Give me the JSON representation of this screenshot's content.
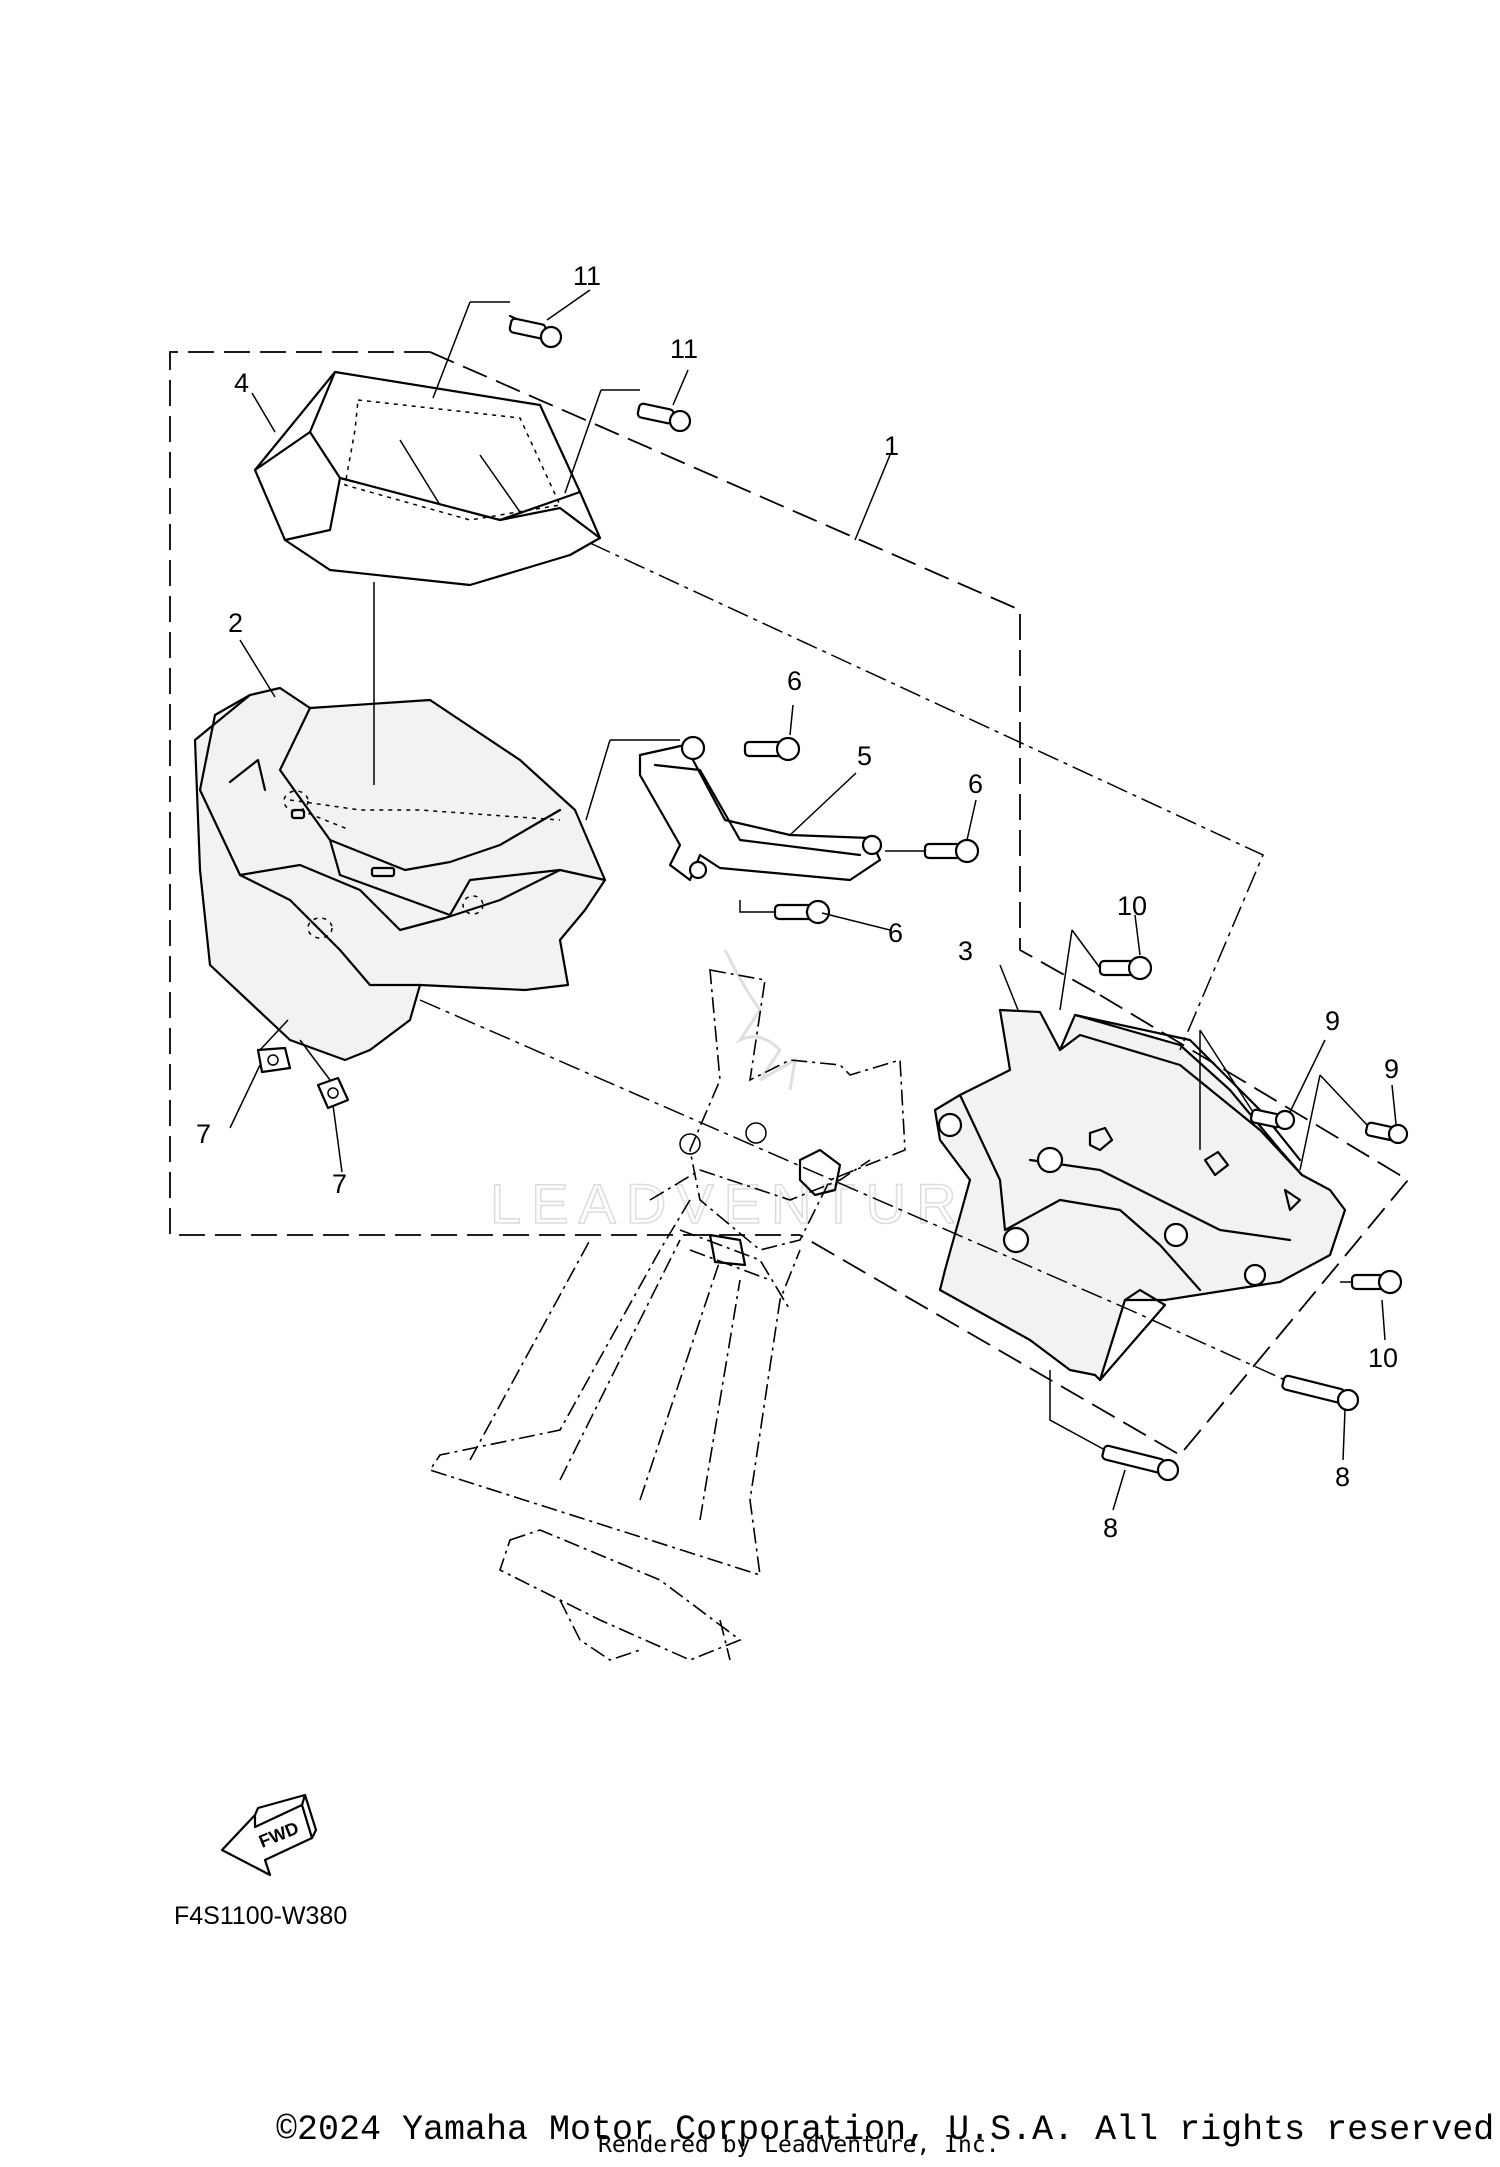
{
  "diagram": {
    "callouts": [
      {
        "id": "c11a",
        "label": "11"
      },
      {
        "id": "c11b",
        "label": "11"
      },
      {
        "id": "c4",
        "label": "4"
      },
      {
        "id": "c1",
        "label": "1"
      },
      {
        "id": "c2",
        "label": "2"
      },
      {
        "id": "c6a",
        "label": "6"
      },
      {
        "id": "c5",
        "label": "5"
      },
      {
        "id": "c6b",
        "label": "6"
      },
      {
        "id": "c6c",
        "label": "6"
      },
      {
        "id": "c10a",
        "label": "10"
      },
      {
        "id": "c3",
        "label": "3"
      },
      {
        "id": "c9a",
        "label": "9"
      },
      {
        "id": "c9b",
        "label": "9"
      },
      {
        "id": "c7a",
        "label": "7"
      },
      {
        "id": "c7b",
        "label": "7"
      },
      {
        "id": "c10b",
        "label": "10"
      },
      {
        "id": "c8a",
        "label": "8"
      },
      {
        "id": "c8b",
        "label": "8"
      }
    ],
    "fwd_label": "FWD",
    "watermark": "LEADVENTURE",
    "part_code": "F4S1100-W380"
  },
  "footer": {
    "copyright": "©2024 Yamaha Motor Corporation, U.S.A. All rights reserved.",
    "rendered_by": "Rendered by LeadVenture, Inc."
  }
}
